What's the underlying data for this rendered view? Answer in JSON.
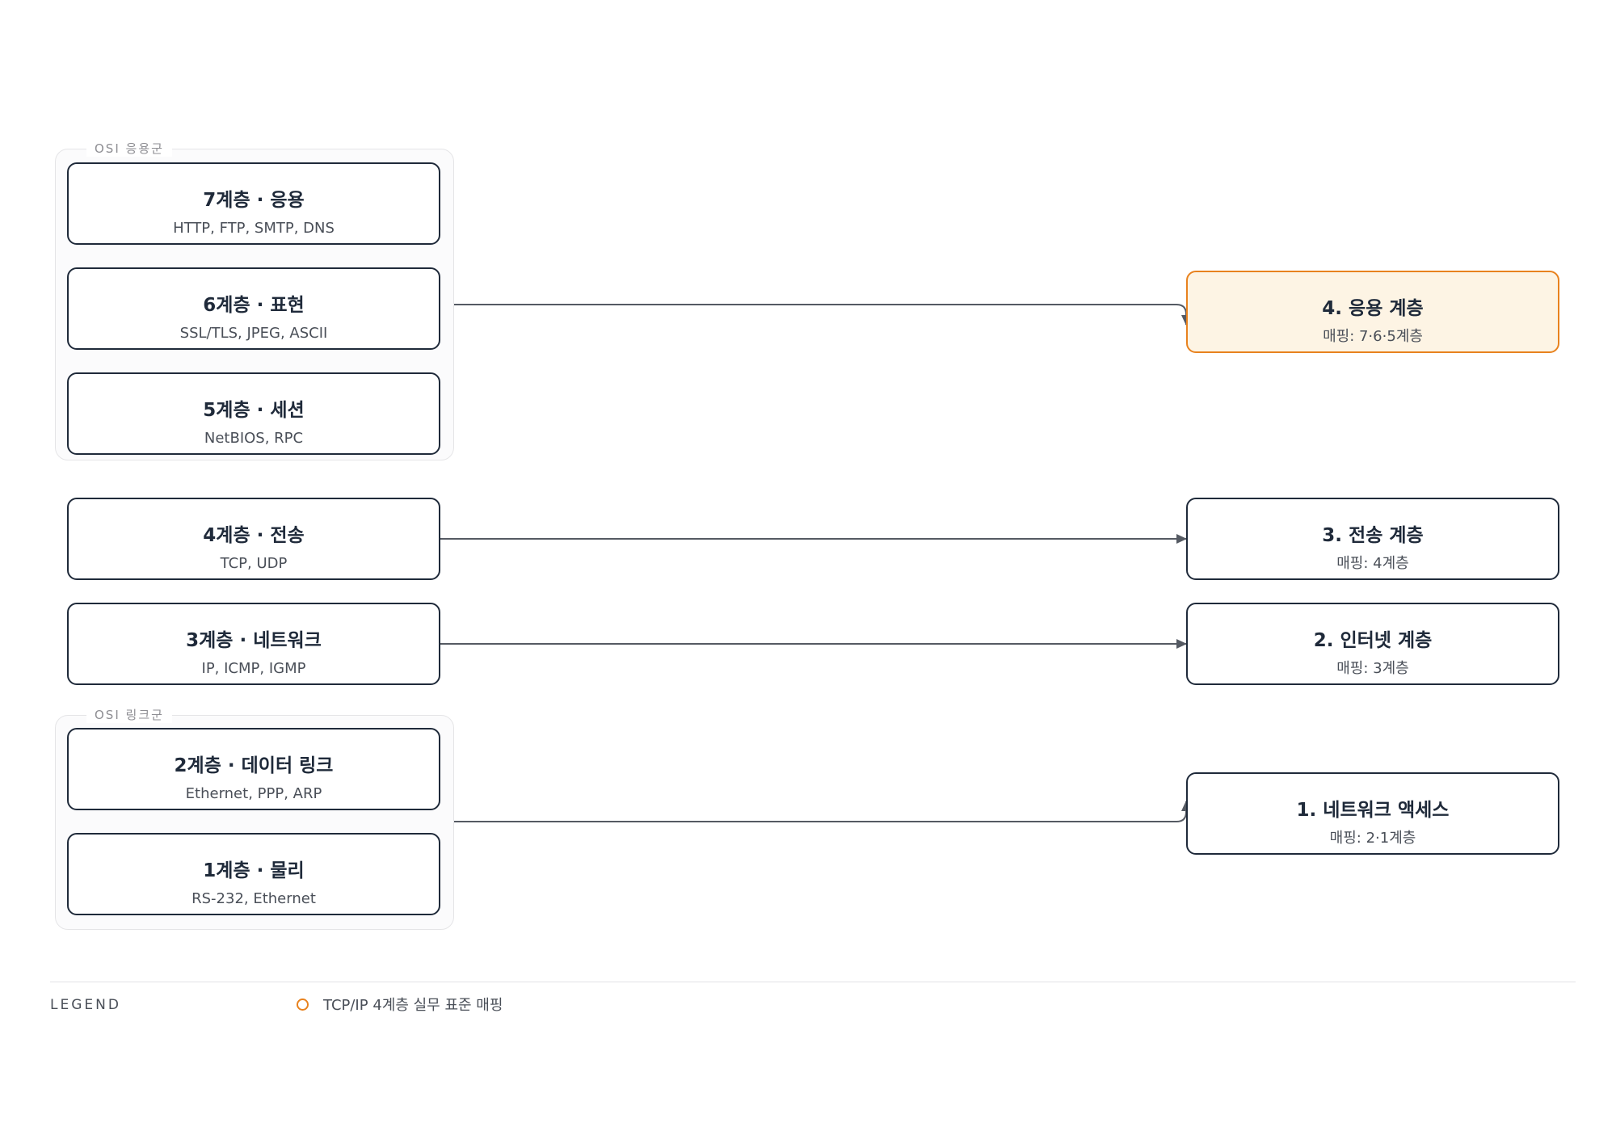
{
  "groups": {
    "upper": {
      "label": "OSI 응용군"
    },
    "lower": {
      "label": "OSI 링크군"
    }
  },
  "osi": {
    "l7": {
      "title": "7계층 · 응용",
      "protocols": "HTTP, FTP, SMTP, DNS"
    },
    "l6": {
      "title": "6계층 · 표현",
      "protocols": "SSL/TLS, JPEG, ASCII"
    },
    "l5": {
      "title": "5계층 · 세션",
      "protocols": "NetBIOS, RPC"
    },
    "l4": {
      "title": "4계층 · 전송",
      "protocols": "TCP, UDP"
    },
    "l3": {
      "title": "3계층 · 네트워크",
      "protocols": "IP, ICMP, IGMP"
    },
    "l2": {
      "title": "2계층 · 데이터 링크",
      "protocols": "Ethernet, PPP, ARP"
    },
    "l1": {
      "title": "1계층 · 물리",
      "protocols": "RS-232, Ethernet"
    }
  },
  "tcpip": {
    "t4": {
      "title": "4. 응용 계층",
      "mapping": "매핑: 7·6·5계층"
    },
    "t3": {
      "title": "3. 전송 계층",
      "mapping": "매핑: 4계층"
    },
    "t2": {
      "title": "2. 인터넷 계층",
      "mapping": "매핑: 3계층"
    },
    "t1": {
      "title": "1. 네트워크 액세스",
      "mapping": "매핑: 2·1계층"
    }
  },
  "legend": {
    "title": "LEGEND",
    "items": [
      {
        "label": "TCP/IP 4계층 실무 표준 매핑"
      }
    ]
  },
  "colors": {
    "node_border": "#1f2a3a",
    "highlight_border": "#e8821e",
    "highlight_fill": "#fdf4e4",
    "edge": "#555a63"
  }
}
